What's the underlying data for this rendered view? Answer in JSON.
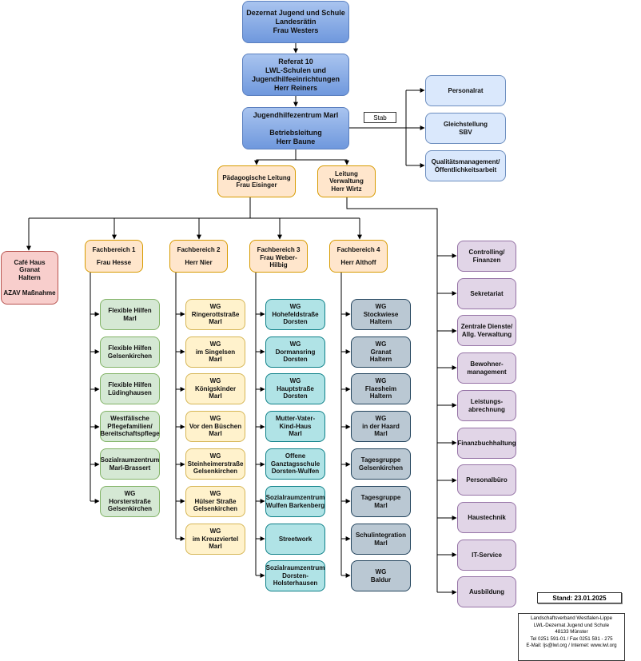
{
  "top": [
    {
      "id": "dezernat",
      "text": "Dezernat Jugend und Schule\nLandesrätin\nFrau Westers"
    },
    {
      "id": "referat",
      "text": "Referat 10\nLWL-Schulen und\nJugendhilfeeinrichtungen\nHerr Reiners"
    },
    {
      "id": "zentrum",
      "text": "Jugendhilfezentrum Marl\n\nBetriebsleitung\nHerr Baune"
    }
  ],
  "stab_label": "Stab",
  "staff": [
    {
      "id": "personalrat",
      "text": "Personalrat"
    },
    {
      "id": "gleichstellung",
      "text": "Gleichstellung\nSBV"
    },
    {
      "id": "qualitaet",
      "text": "Qualitätsmanagement/\nÖffentlichkeitsarbeit"
    }
  ],
  "leitung": [
    {
      "id": "paed",
      "text": "Pädagogische Leitung\nFrau Eisinger"
    },
    {
      "id": "verw",
      "text": "Leitung\nVerwaltung\nHerr Wirtz"
    }
  ],
  "cafe": {
    "text": "Café Haus Granat\nHaltern\n\nAZAV Maßnahme"
  },
  "fachbereiche": [
    {
      "title": "Fachbereich 1",
      "lead": "Frau Hesse",
      "items": [
        "Flexible Hilfen\nMarl",
        "Flexible Hilfen\nGelsenkirchen",
        "Flexible Hilfen\nLüdinghausen",
        "Westfälische\nPflegefamilien/\nBereitschaftspflege",
        "Sozialraumzentrum\nMarl-Brassert",
        "WG\nHorsterstraße\nGelsenkirchen"
      ]
    },
    {
      "title": "Fachbereich 2",
      "lead": "Herr Nier",
      "items": [
        "WG\nRingerottstraße\nMarl",
        "WG\nim Singelsen\nMarl",
        "WG\nKönigskinder\nMarl",
        "WG\nVor den Büschen\nMarl",
        "WG\nSteinheimerstraße\nGelsenkirchen",
        "WG\nHülser Straße\nGelsenkirchen",
        "WG\nim Kreuzviertel\nMarl"
      ]
    },
    {
      "title": "Fachbereich 3",
      "lead": "Frau Weber-Hilbig",
      "items": [
        "WG\nHohefeldstraße\nDorsten",
        "WG\nDormansring\nDorsten",
        "WG\nHauptstraße\nDorsten",
        "Mutter-Vater-\nKind-Haus\nMarl",
        "Offene\nGanztagsschule\nDorsten-Wulfen",
        "Sozialraumzentrum\nWulfen Barkenberg",
        "Streetwork",
        "Sozialraumzentrum\nDorsten-\nHolsterhausen"
      ]
    },
    {
      "title": "Fachbereich 4",
      "lead": "Herr Althoff",
      "items": [
        "WG\nStockwiese\nHaltern",
        "WG\nGranat\nHaltern",
        "WG\nFlaesheim\nHaltern",
        "WG\nin der Haard\nMarl",
        "Tagesgruppe\nGelsenkirchen",
        "Tagesgruppe\nMarl",
        "Schulintegration\nMarl",
        "WG\nBaldur"
      ]
    }
  ],
  "verwaltung": [
    "Controlling/\nFinanzen",
    "Sekretariat",
    "Zentrale Dienste/\nAllg. Verwaltung",
    "Bewohner-\nmanagement",
    "Leistungs-\nabrechnung",
    "Finanzbuchhaltung",
    "Personalbüro",
    "Haustechnik",
    "IT-Service",
    "Ausbildung"
  ],
  "stand": "Stand: 23.01.2025",
  "footer": [
    "Landschaftsverband Westfalen-Lippe",
    "LWL-Dezernat Jugend und Schule",
    "48133 Münster",
    "Tel 0251 591-01 / Fax 0251 591 - 275",
    "E-Mail: ljs@lwl.org / Internet: www.lwl.org"
  ],
  "colors": {
    "top": "#7ea6e0",
    "staff": "#dae8fc",
    "leitung": "#ffe6cc",
    "cafe": "#f8cecc",
    "fb1": "#d5e8d4",
    "fb2": "#fff2cc",
    "fb3": "#b0e3e6",
    "fb4": "#bac8d3",
    "verwaltung": "#e1d5e7"
  }
}
